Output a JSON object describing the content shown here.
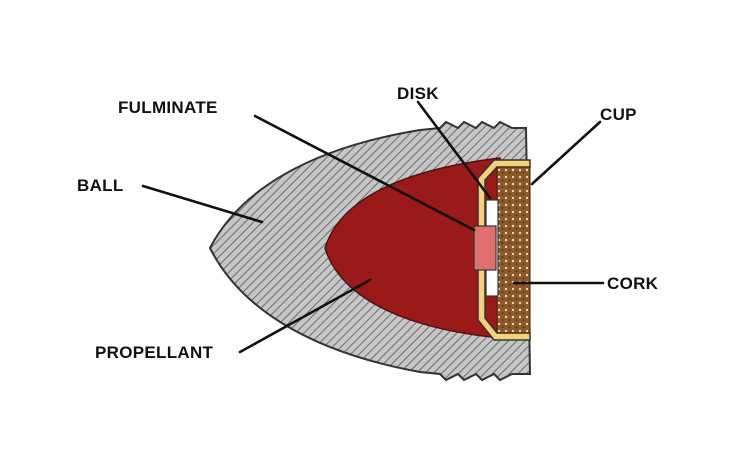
{
  "labels": {
    "fulminate": "FULMINATE",
    "disk": "DISK",
    "cup": "CUP",
    "ball": "BALL",
    "cork": "CORK",
    "propellant": "PROPELLANT"
  },
  "colors": {
    "background": "#ffffff",
    "ball_fill": "#c6c6c6",
    "hatch": "#555555",
    "outline": "#333333",
    "propellant": "#9a1a1a",
    "cork": "#8a5a2a",
    "cup": "#f3d27a",
    "fulminate": "#e07070",
    "label": "#111111"
  }
}
